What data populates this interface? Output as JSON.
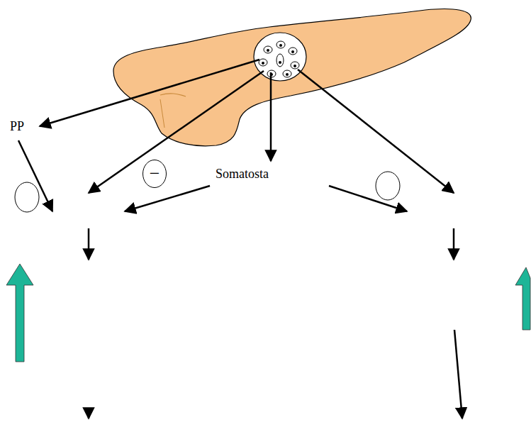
{
  "diagram": {
    "nodes": [
      {
        "text": [
          "−"
        ]
      }
    ],
    "labels": [
      "PP",
      "Somatosta"
    ]
  }
}
